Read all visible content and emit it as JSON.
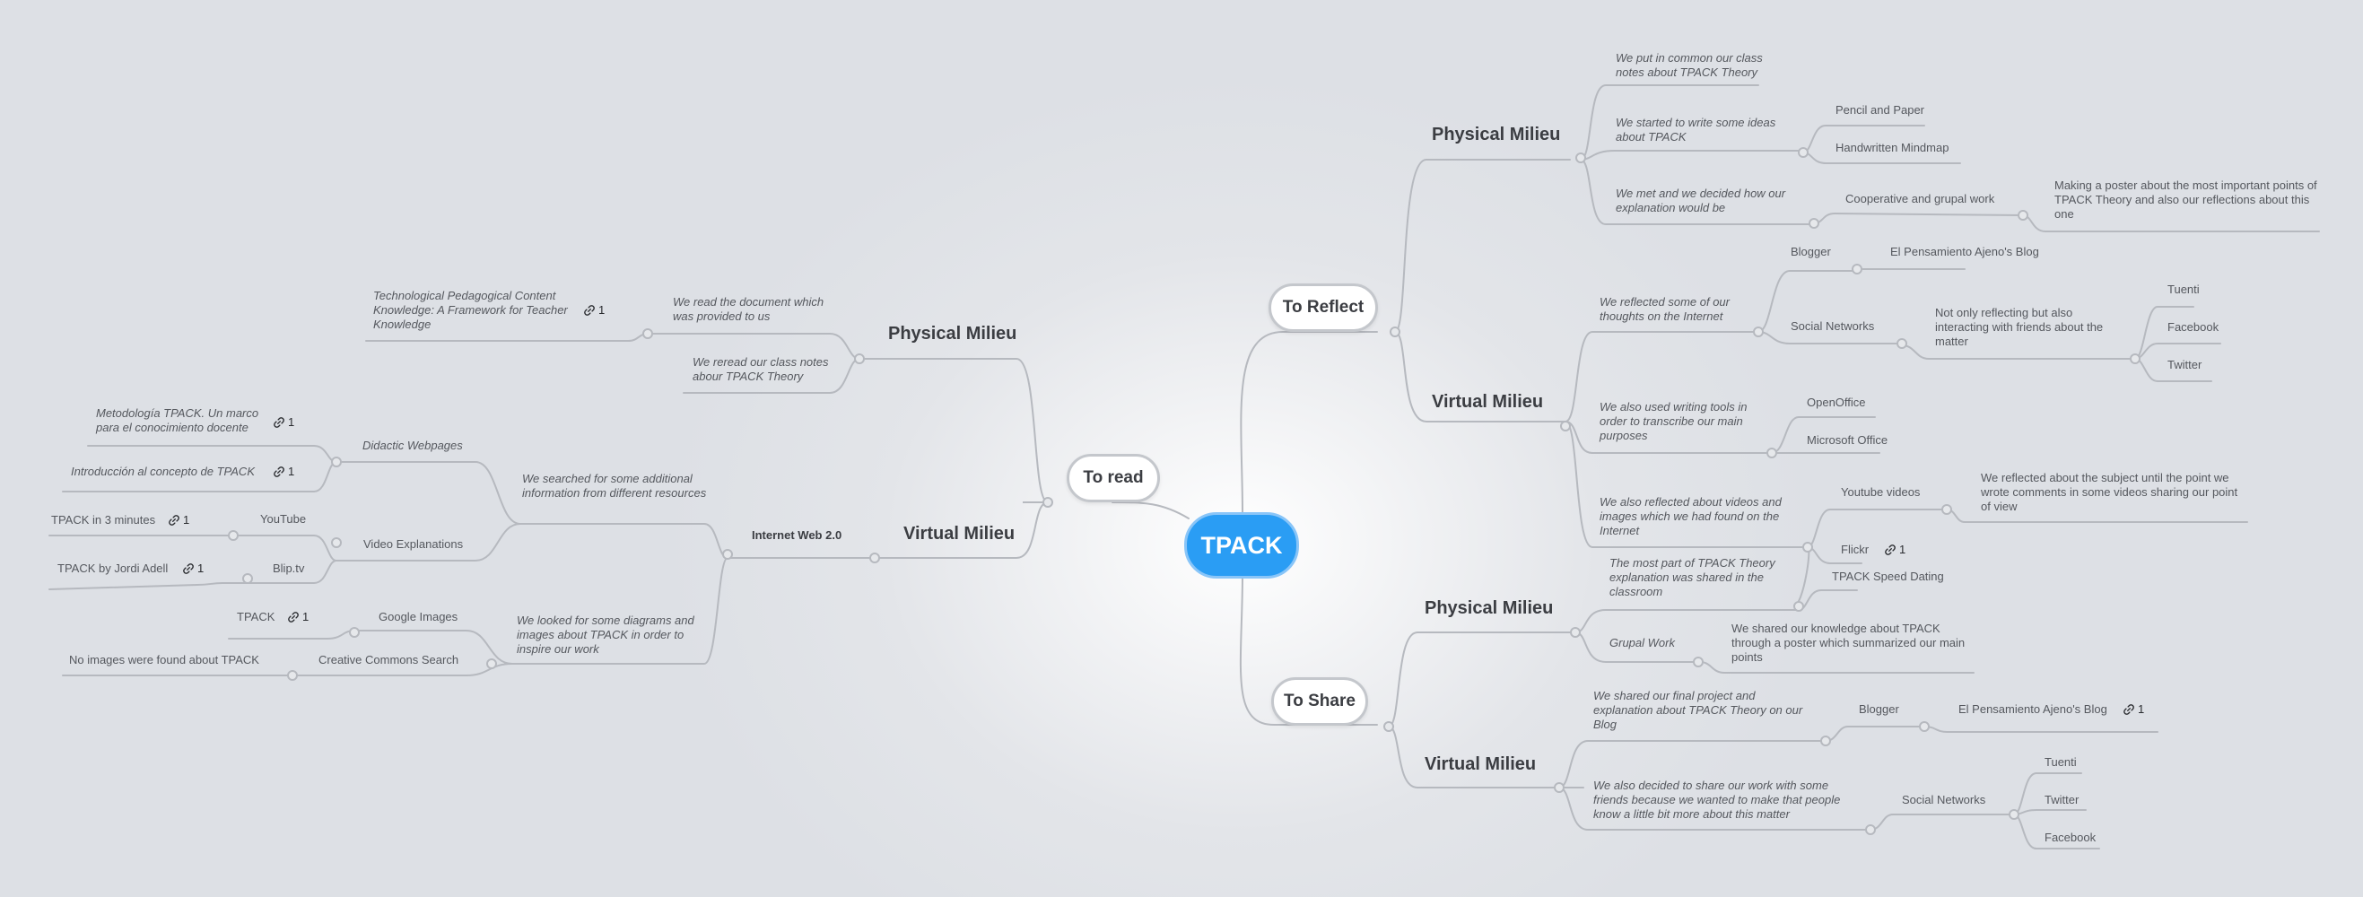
{
  "center": "TPACK",
  "branches": {
    "to_read": {
      "label": "To read",
      "physical": {
        "label": "Physical Milieu",
        "read_doc": "We read the document which was provided to us",
        "reread": "We reread our class notes abour TPACK Theory",
        "framework_doc": "Technological Pedagogical Content Knowledge: A Framework for Teacher Knowledge",
        "framework_links": "1"
      },
      "virtual": {
        "label": "Virtual Milieu",
        "web": "Internet Web 2.0",
        "searched": "We searched for some additional information from different resources",
        "didactic": "Didactic Webpages",
        "metodologia": "Metodología TPACK. Un marco para el conocimiento docente",
        "metodologia_links": "1",
        "introduccion": "Introducción al concepto de TPACK",
        "introduccion_links": "1",
        "video_expl": "Video Explanations",
        "youtube": "YouTube",
        "tpack3": "TPACK in 3 minutes",
        "tpack3_links": "1",
        "bliptv": "Blip.tv",
        "adell": "TPACK by Jordi Adell",
        "adell_links": "1",
        "diagrams": "We looked for some diagrams and images about TPACK in order to inspire our work",
        "google_images": "Google Images",
        "tpack_img": "TPACK",
        "tpack_img_links": "1",
        "cc_search": "Creative Commons Search",
        "no_images": "No images were found about TPACK"
      }
    },
    "to_reflect": {
      "label": "To Reflect",
      "physical": {
        "label": "Physical Milieu",
        "common_notes": "We put in common our class notes about TPACK Theory",
        "write_ideas": "We started to write some ideas about TPACK",
        "pencil": "Pencil and Paper",
        "mindmap": "Handwritten Mindmap",
        "met": "We met and we decided how our explanation would be",
        "coop": "Cooperative and grupal work",
        "poster": "Making a poster about the most important points of TPACK Theory and also our reflections about this one"
      },
      "virtual": {
        "label": "Virtual Milieu",
        "reflected_thoughts": "We reflected some of our thoughts on the Internet",
        "blogger": "Blogger",
        "blog": "El Pensamiento Ajeno's Blog",
        "social": "Social Networks",
        "interacting": "Not only reflecting but also interacting with friends about the matter",
        "tuenti": "Tuenti",
        "facebook": "Facebook",
        "twitter": "Twitter",
        "writing_tools": "We also used writing tools in order to transcribe our main purposes",
        "openoffice": "OpenOffice",
        "msoffice": "Microsoft Office",
        "videos_images": "We also reflected about videos and images which we had found on the Internet",
        "youtube_videos": "Youtube videos",
        "comments": "We reflected about the subject until the point we wrote comments in some videos sharing our point of view",
        "flickr": "Flickr",
        "flickr_links": "1",
        "speed_dating": "TPACK Speed Dating"
      }
    },
    "to_share": {
      "label": "To Share",
      "physical": {
        "label": "Physical Milieu",
        "shared_classroom": "The most part of TPACK Theory explanation was shared in the classroom",
        "grupal": "Grupal Work",
        "poster_shared": "We shared our knowledge about TPACK through a poster which summarized our main points"
      },
      "virtual": {
        "label": "Virtual Milieu",
        "final_project": "We shared our final project and explanation about TPACK Theory on our Blog",
        "blogger": "Blogger",
        "blog": "El Pensamiento Ajeno's Blog",
        "blog_links": "1",
        "decided": "We also decided to share our work with some friends because we wanted to make that people know a little bit more about this matter",
        "social": "Social Networks",
        "tuenti": "Tuenti",
        "twitter": "Twitter",
        "facebook": "Facebook"
      }
    }
  },
  "colors": {
    "background": "#dde0e5",
    "center_fill": "#2a9df4",
    "line": "#b6b9bf",
    "text_dark": "#3b3d42",
    "text_muted": "#55585e"
  },
  "icons": {
    "link": "link-icon"
  }
}
